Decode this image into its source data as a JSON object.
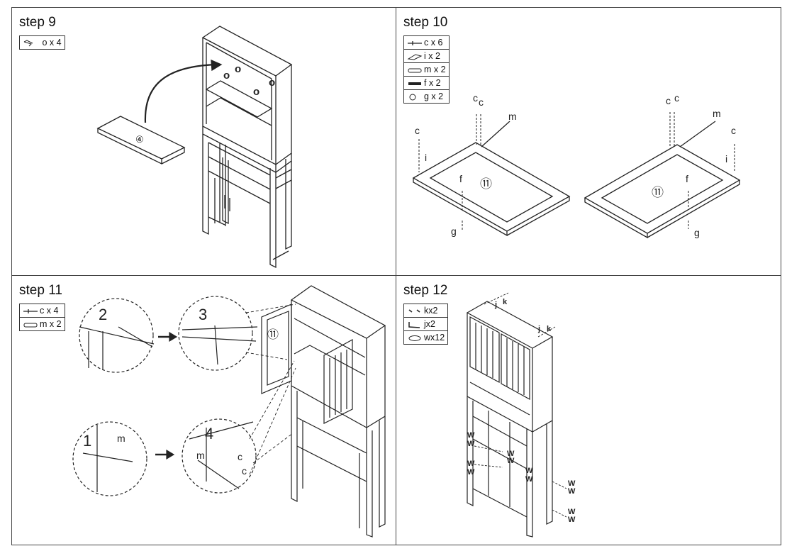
{
  "step9": {
    "title": "step 9",
    "parts": [
      {
        "icon": "dowel-icon",
        "label": "o x 4"
      }
    ],
    "labels": {
      "board": "④",
      "o": "o"
    }
  },
  "step10": {
    "title": "step 10",
    "parts": [
      {
        "icon": "screw-icon",
        "label": "c x 6"
      },
      {
        "icon": "plate-icon",
        "label": "i x 2"
      },
      {
        "icon": "hinge-icon",
        "label": "m x 2"
      },
      {
        "icon": "bolt-icon",
        "label": "f x 2"
      },
      {
        "icon": "knob-icon",
        "label": "g x 2"
      }
    ],
    "labels": {
      "c": "c",
      "m": "m",
      "i": "i",
      "f": "f",
      "g": "g",
      "door": "⑪"
    }
  },
  "step11": {
    "title": "step 11",
    "parts": [
      {
        "icon": "screw-icon",
        "label": "c x 4"
      },
      {
        "icon": "hinge-icon",
        "label": "m x 2"
      }
    ],
    "labels": {
      "n1": "1",
      "n2": "2",
      "n3": "3",
      "n4": "4",
      "m": "m",
      "c": "c",
      "door": "⑪"
    }
  },
  "step12": {
    "title": "step 12",
    "parts": [
      {
        "icon": "small-screw-icon",
        "label": "kx2"
      },
      {
        "icon": "bracket-icon",
        "label": "jx2"
      },
      {
        "icon": "pad-icon",
        "label": "wx12"
      }
    ],
    "labels": {
      "k": "k",
      "j": "j",
      "w": "W"
    }
  }
}
